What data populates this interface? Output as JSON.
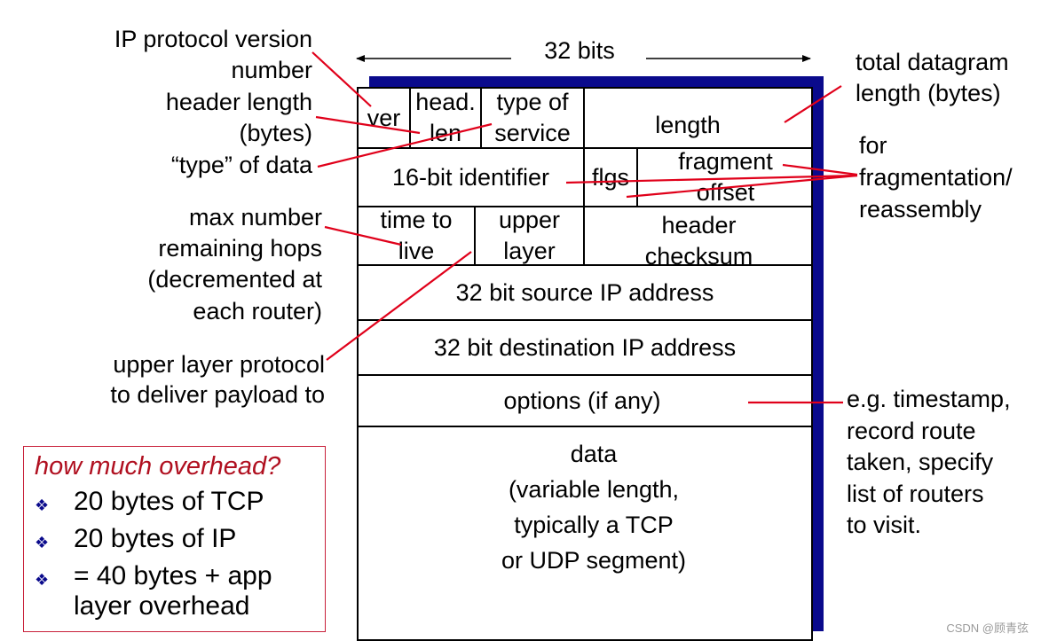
{
  "width_label": "32 bits",
  "fields": {
    "ver": "ver",
    "head_len_1": "head.",
    "head_len_2": "len",
    "tos_1": "type of",
    "tos_2": "service",
    "length": "length",
    "identifier": "16-bit identifier",
    "flgs": "flgs",
    "frag_1": "fragment",
    "frag_2": "offset",
    "ttl_1": "time to",
    "ttl_2": "live",
    "upper_1": "upper",
    "upper_2": "layer",
    "checksum_1": "header",
    "checksum_2": "checksum",
    "src": "32 bit source IP address",
    "dst": "32 bit destination IP address",
    "options": "options (if any)",
    "data_1": "data",
    "data_2": "(variable length,",
    "data_3": "typically a TCP",
    "data_4": "or UDP segment)"
  },
  "left_labels": {
    "version_1": "IP protocol version",
    "version_2": "number",
    "hlen_1": "header length",
    "hlen_2": "(bytes)",
    "tos": "“type” of data",
    "ttl_1": "max number",
    "ttl_2": "remaining hops",
    "ttl_3": "(decremented at",
    "ttl_4": "each router)",
    "proto_1": "upper layer protocol",
    "proto_2": "to deliver payload to"
  },
  "right_labels": {
    "total_1": "total datagram",
    "total_2": "length (bytes)",
    "frag_1": "for",
    "frag_2": "fragmentation/",
    "frag_3": "reassembly",
    "opts_1": "e.g. timestamp,",
    "opts_2": "record route",
    "opts_3": "taken, specify",
    "opts_4": "list of routers",
    "opts_5": "to visit."
  },
  "overhead": {
    "title": "how much overhead?",
    "items": [
      "20 bytes of TCP",
      "20 bytes of IP",
      "= 40 bytes + app",
      "layer overhead"
    ]
  },
  "watermark": "CSDN @顾青弦",
  "colors": {
    "annotation_line": "#e0001a",
    "shadow": "#0a0a8c",
    "overhead_title": "#b01020"
  }
}
